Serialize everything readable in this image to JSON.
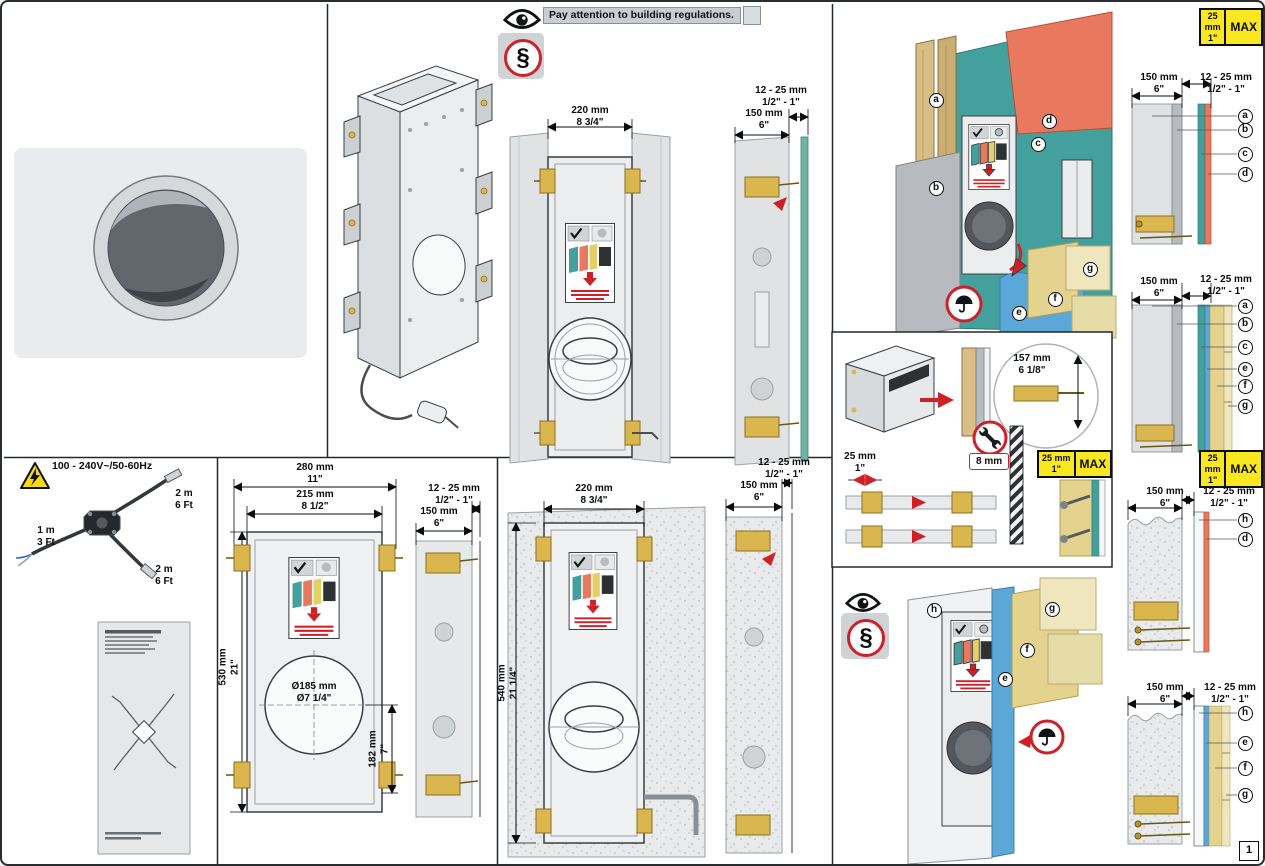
{
  "notices": {
    "building_regulations": "Pay attention to building regulations.",
    "paragraph_symbol": "§"
  },
  "max_box": {
    "line1": "25 mm",
    "line2": "1\"",
    "label": "MAX"
  },
  "dims": {
    "w220": {
      "mm": "220 mm",
      "in": "8 3/4\""
    },
    "w280": {
      "mm": "280 mm",
      "in": "11\""
    },
    "w215": {
      "mm": "215 mm",
      "in": "8 1/2\""
    },
    "h530": {
      "mm": "530 mm",
      "in": "21\""
    },
    "h540": {
      "mm": "540 mm",
      "in": "21 1/4\""
    },
    "h182": {
      "mm": "182 mm",
      "in": "7\""
    },
    "dia185": {
      "mm": "Ø185 mm",
      "in": "Ø7 1/4\""
    },
    "d150": {
      "mm": "150 mm",
      "in": "6\""
    },
    "gap": {
      "mm": "12 - 25 mm",
      "in": "1/2\" - 1\""
    },
    "d157": {
      "mm": "157 mm",
      "in": "6 1/8\""
    },
    "d25": {
      "mm": "25 mm",
      "in": "1\""
    },
    "d8": "8 mm"
  },
  "electrical": {
    "rating": "100 - 240V~/50-60Hz",
    "cable_long": {
      "m": "2 m",
      "ft": "6 Ft"
    },
    "cable_short": {
      "m": "1 m",
      "ft": "3 Ft"
    }
  },
  "markers": {
    "a": "a",
    "b": "b",
    "c": "c",
    "d": "d",
    "e": "e",
    "f": "f",
    "g": "g",
    "h": "h"
  },
  "page": {
    "number": "1"
  }
}
